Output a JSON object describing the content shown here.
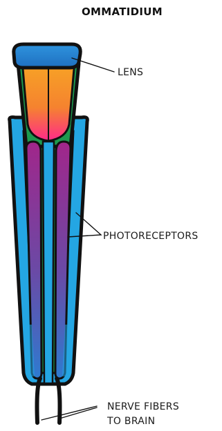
{
  "diagram": {
    "title": "OMMATIDIUM",
    "labels": {
      "lens": "LENS",
      "photoreceptors": "PHOTORECEPTORS",
      "nerve_line1": "NERVE FIBERS",
      "nerve_line2": "TO BRAIN"
    },
    "colors": {
      "lens": "#2e8bd6",
      "cone_top": "#f59a2a",
      "cone_bottom": "#ff2a8a",
      "sheath_green": "#1d9a4e",
      "sheath_blue": "#24a6e3",
      "receptor_top": "#a1268a",
      "receptor_bottom": "#2e7bd0",
      "outline": "#111111"
    }
  }
}
